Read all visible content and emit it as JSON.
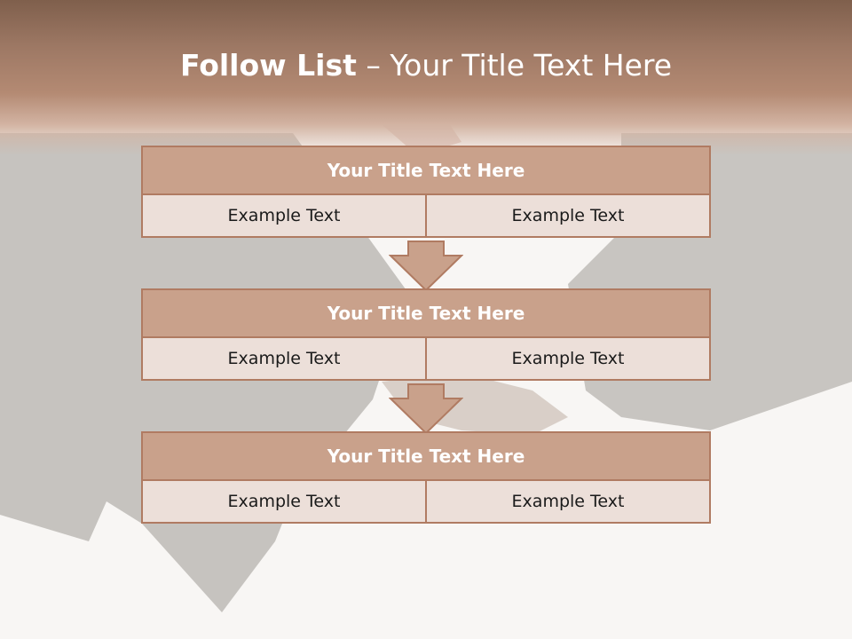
{
  "slide": {
    "title_bold": "Follow List",
    "title_rest": " – Your Title Text Here"
  },
  "blocks": [
    {
      "title": "Your Title Text Here",
      "left": "Example Text",
      "right": "Example Text"
    },
    {
      "title": "Your Title Text Here",
      "left": "Example Text",
      "right": "Example Text"
    },
    {
      "title": "Your Title Text Here",
      "left": "Example Text",
      "right": "Example Text"
    }
  ],
  "colors": {
    "header": "#9d7864",
    "block_title_fill": "#c9a18b",
    "block_border": "#b07b62",
    "cell_fill": "#ecdfd9"
  }
}
